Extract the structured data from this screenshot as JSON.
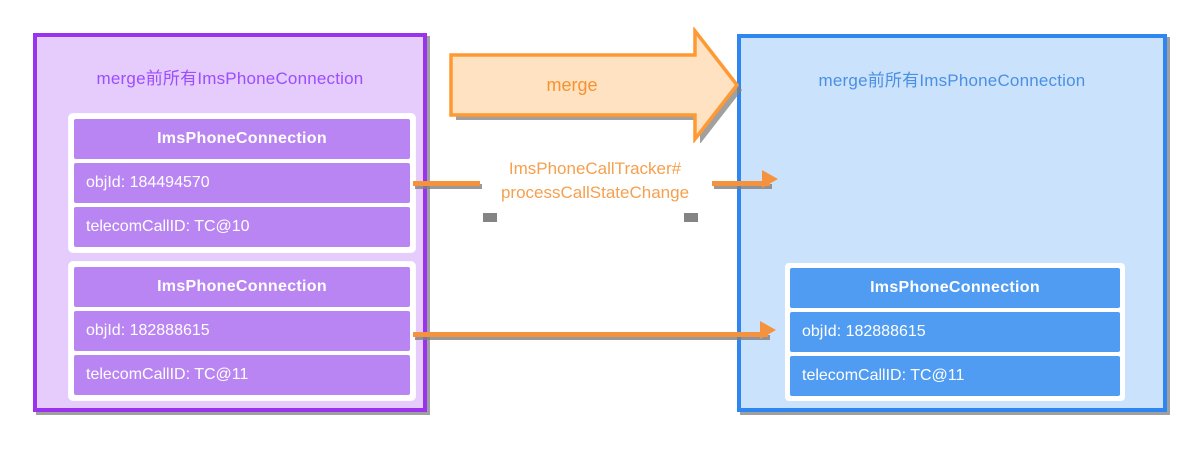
{
  "diagram": {
    "title_left": "merge前所有ImsPhoneConnection",
    "title_right": "merge前所有ImsPhoneConnection",
    "merge_arrow_label": "merge",
    "connector_label": "ImsPhoneCallTracker#\nprocessCallStateChange",
    "colors": {
      "left_panel_bg": "#e5ccfc",
      "left_panel_border": "#9933ee",
      "left_panel_title": "#9b4dff",
      "left_card_row": "#b985f2",
      "right_panel_bg": "#cbe2fd",
      "right_panel_border": "#2f86f0",
      "right_panel_title": "#4a90e2",
      "right_card_row": "#4f9cf2",
      "arrow_orange": "#f5923e",
      "arrow_fill": "#ffe2c2",
      "shadow_gray": "#808080"
    }
  },
  "left_cards": [
    {
      "header": "ImsPhoneConnection",
      "rows": [
        "objId: 184494570",
        "telecomCallID: TC@10"
      ]
    },
    {
      "header": "ImsPhoneConnection",
      "rows": [
        "objId: 182888615",
        "telecomCallID: TC@11"
      ]
    }
  ],
  "right_cards": [
    {
      "header": "ImsPhoneConnection",
      "rows": [
        "objId: 182888615",
        "telecomCallID: TC@11"
      ]
    }
  ]
}
